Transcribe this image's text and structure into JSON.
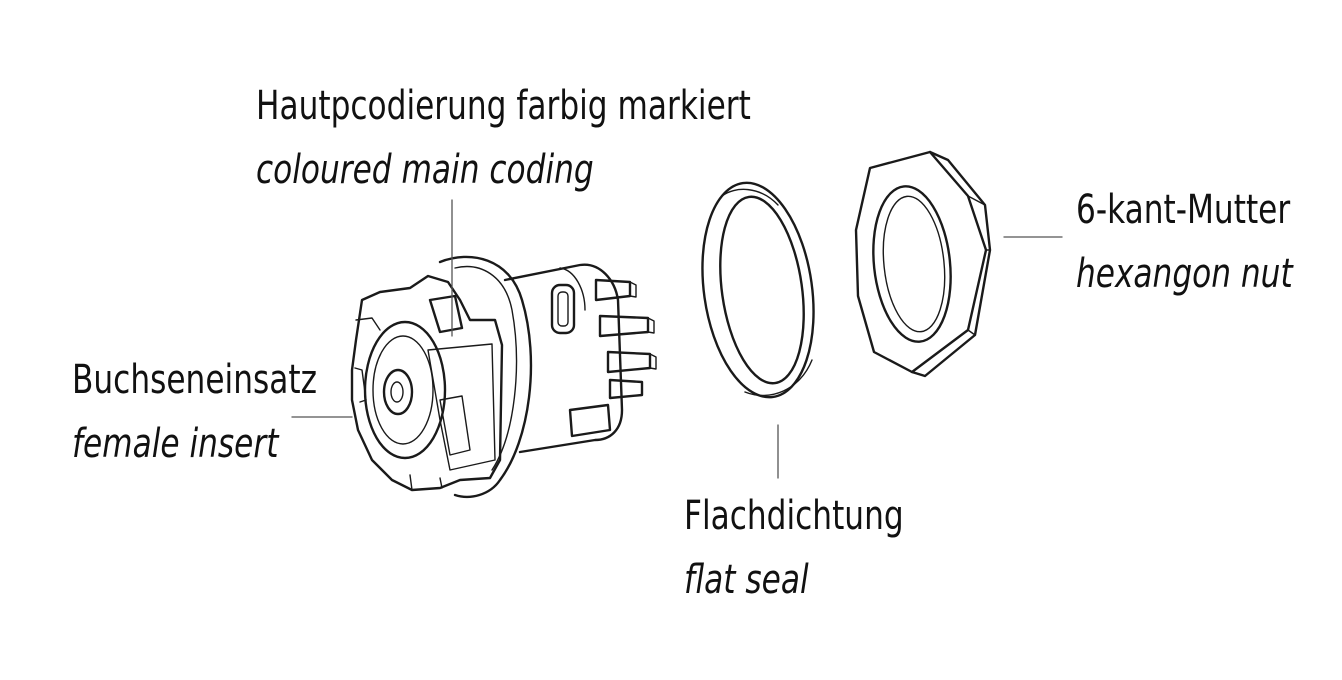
{
  "labels": {
    "main_coding": {
      "de": "Hautpcodierung farbig markiert",
      "en": "coloured main coding"
    },
    "female_insert": {
      "de": "Buchseneinsatz",
      "en": "female insert"
    },
    "flat_seal": {
      "de": "Flachdichtung",
      "en": "flat seal"
    },
    "hex_nut": {
      "de": "6-kant-Mutter",
      "en": "hexangon nut"
    }
  },
  "colors": {
    "line": "#1a1a1a",
    "background": "#ffffff"
  }
}
